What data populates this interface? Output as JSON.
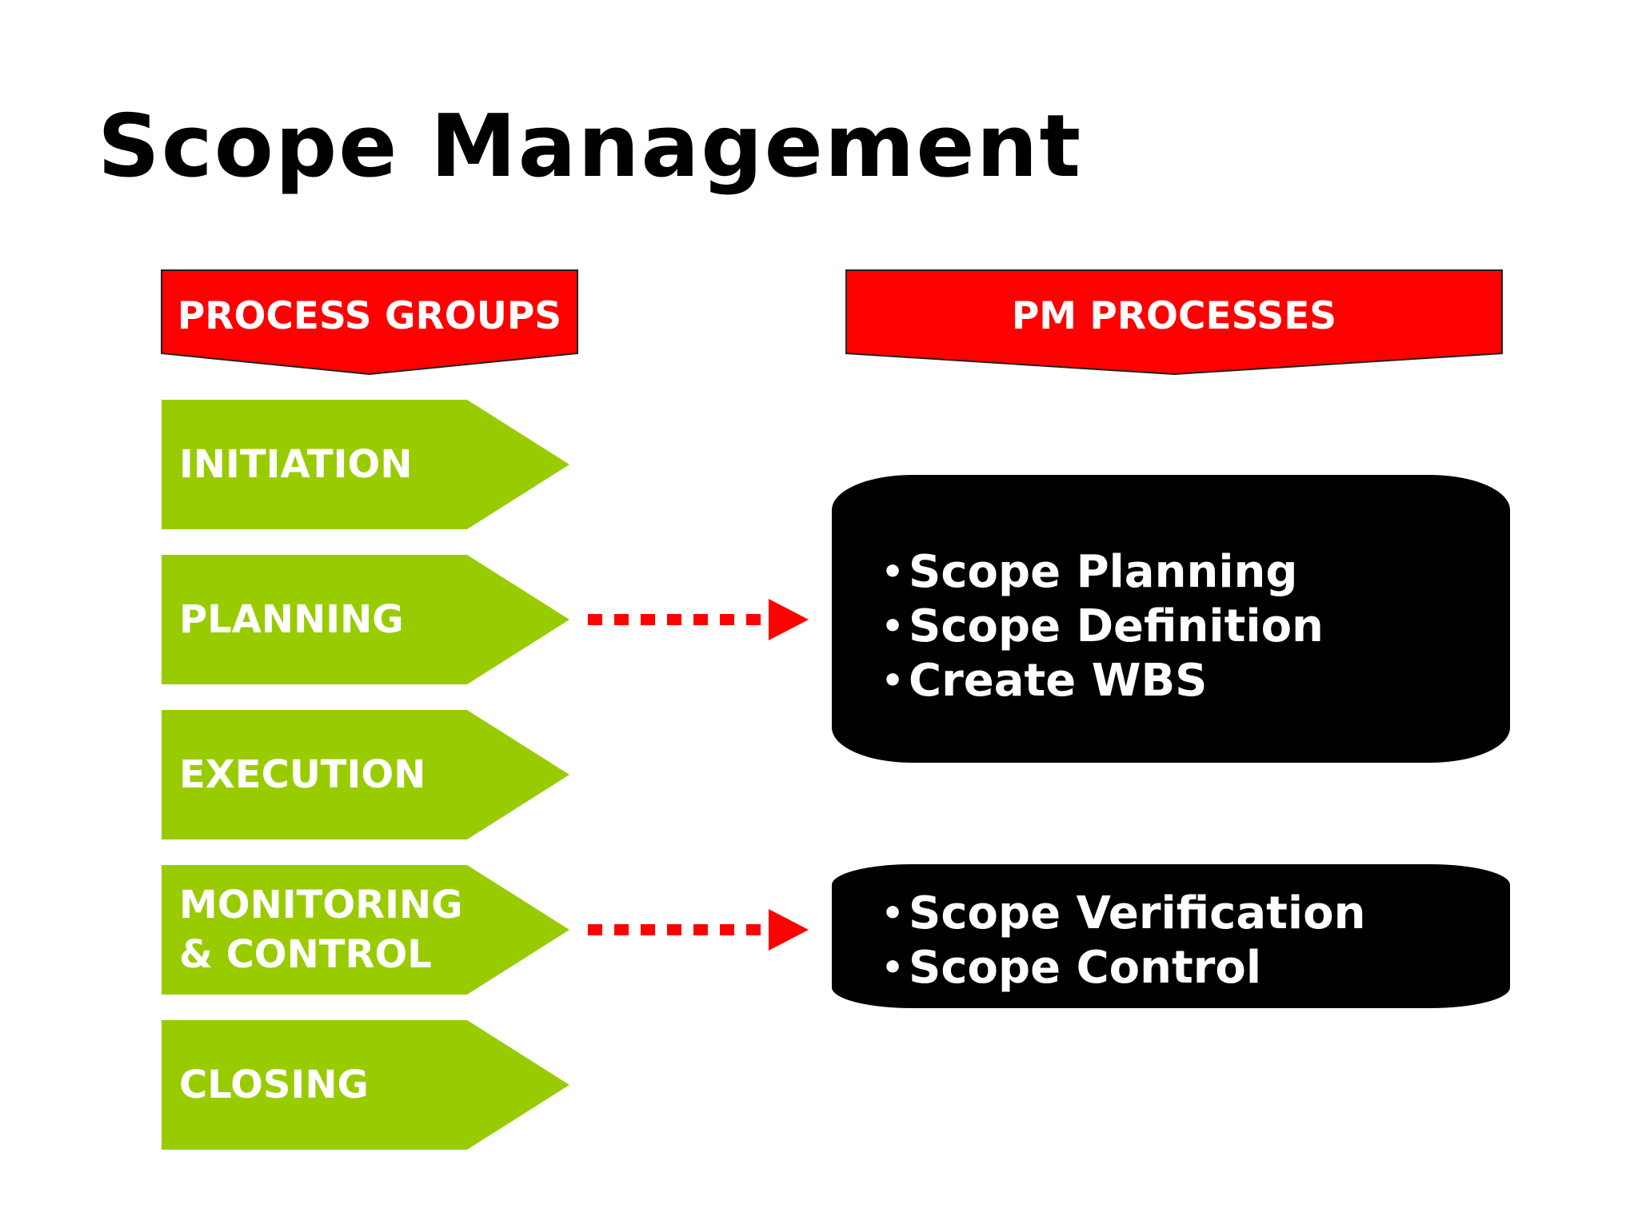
{
  "title": "Scope Management",
  "headers": {
    "left": "PROCESS GROUPS",
    "right": "PM PROCESSES"
  },
  "process_groups": [
    {
      "line1": "INITIATION",
      "line2": ""
    },
    {
      "line1": "PLANNING",
      "line2": ""
    },
    {
      "line1": "EXECUTION",
      "line2": ""
    },
    {
      "line1": "MONITORING",
      "line2": "& CONTROL"
    },
    {
      "line1": "CLOSING",
      "line2": ""
    }
  ],
  "pm_processes": {
    "planning": [
      "Scope Planning",
      "Scope Definition",
      "Create WBS"
    ],
    "monitoring": [
      "Scope Verification",
      "Scope Control"
    ]
  },
  "colors": {
    "header_red": "#ff0000",
    "stage_green": "#99cc00",
    "box_black": "#000000",
    "arrow_red": "#ff0000"
  }
}
